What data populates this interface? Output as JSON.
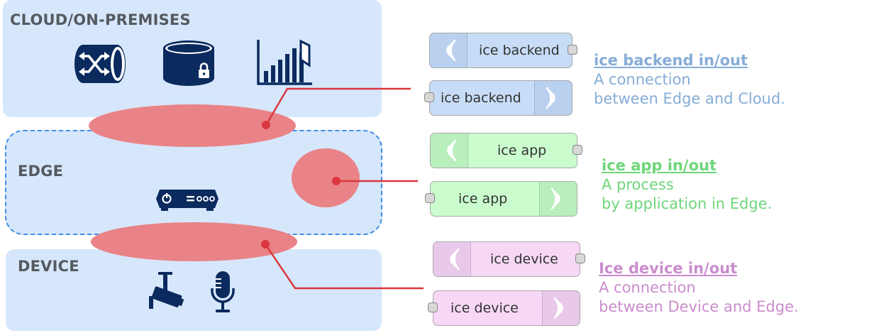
{
  "layers": {
    "cloud": {
      "title": "CLOUD/ON-PREMISES"
    },
    "edge": {
      "title": "EDGE"
    },
    "device": {
      "title": "DEVICE"
    }
  },
  "icons": {
    "cloud": [
      "network-switch-icon",
      "secure-database-icon",
      "analytics-chart-icon"
    ],
    "edge": [
      "edge-gateway-icon"
    ],
    "device": [
      "security-camera-icon",
      "microphone-icon"
    ]
  },
  "colors": {
    "layer_bg": "#d6e7fb",
    "edge_border": "#3f8ce8",
    "highlight": "#e98387",
    "connector": "#d9373f",
    "icon": "#0b2a5e",
    "backend": "#86acd8",
    "app": "#6fd67b",
    "device": "#cb8ccd"
  },
  "nodes": {
    "backend_in": {
      "label": "ice backend"
    },
    "backend_out": {
      "label": "ice backend"
    },
    "app_in": {
      "label": "ice app"
    },
    "app_out": {
      "label": "ice app"
    },
    "device_in": {
      "label": "ice device"
    },
    "device_out": {
      "label": "ice device"
    }
  },
  "descriptions": {
    "backend": {
      "heading": "ice backend in/out",
      "line1": "A connection",
      "line2": "between Edge and Cloud."
    },
    "app": {
      "heading": "ice app in/out",
      "line1": "A process",
      "line2": "by application in Edge."
    },
    "device": {
      "heading": "Ice device in/out",
      "line1": "A connection",
      "line2": "between Device and Edge."
    }
  }
}
